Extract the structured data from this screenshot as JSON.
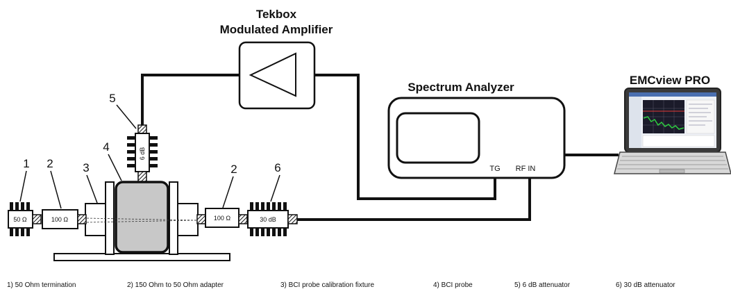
{
  "amplifier": {
    "title_line1": "Tekbox",
    "title_line2": "Modulated Amplifier"
  },
  "analyzer": {
    "title": "Spectrum Analyzer",
    "port_tg": "TG",
    "port_rfin": "RF IN"
  },
  "software": {
    "title": "EMCview PRO"
  },
  "components": {
    "termination_label": "50 Ω",
    "adapter_left_label": "100 Ω",
    "adapter_right_label": "100 Ω",
    "attenuator_6db_label": "6 dB",
    "attenuator_30db_label": "30 dB"
  },
  "callouts": {
    "c1": "1",
    "c2a": "2",
    "c3": "3",
    "c4": "4",
    "c5": "5",
    "c2b": "2",
    "c6": "6"
  },
  "legend": [
    "1) 50 Ohm termination",
    "2) 150 Ohm to 50 Ohm adapter",
    "3) BCI probe calibration fixture",
    "4) BCI probe",
    "5) 6 dB attenuator",
    "6) 30 dB attenuator"
  ]
}
